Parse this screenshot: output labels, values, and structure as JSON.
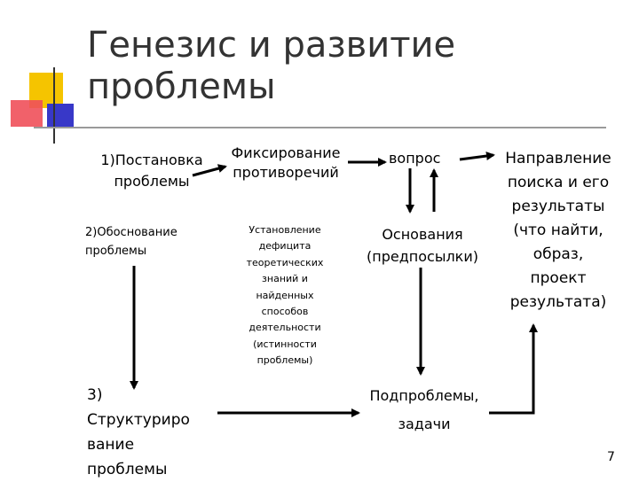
{
  "slide": {
    "title": "Генезис и развитие\nпроблемы",
    "page_number": "7"
  },
  "colors": {
    "accent_yellow": "#f5c400",
    "accent_red": "#f0505a",
    "accent_blue": "#3838c8",
    "rule_gray": "#9a9a9a"
  },
  "diagram": {
    "step1": "1)Постановка\nпроблемы",
    "step2": "2)Обоснование\nпроблемы",
    "step3": "3)\nСтруктуриро\nвание\nпроблемы",
    "fixing": "Фиксирование\nпротиворечий",
    "question": "вопрос",
    "direction": "Направление\nпоиска и его\nрезультаты\n(что найти,\nобраз,\nпроект\nрезультата)",
    "deficit": "Установление\nдефицита\nтеоретических\nзнаний и\nнайденных\nспособов\nдеятельности\n(истинности\nпроблемы)",
    "grounds": "Основания\n(предпосылки)",
    "subproblems": "Подпроблемы,\nзадачи"
  }
}
